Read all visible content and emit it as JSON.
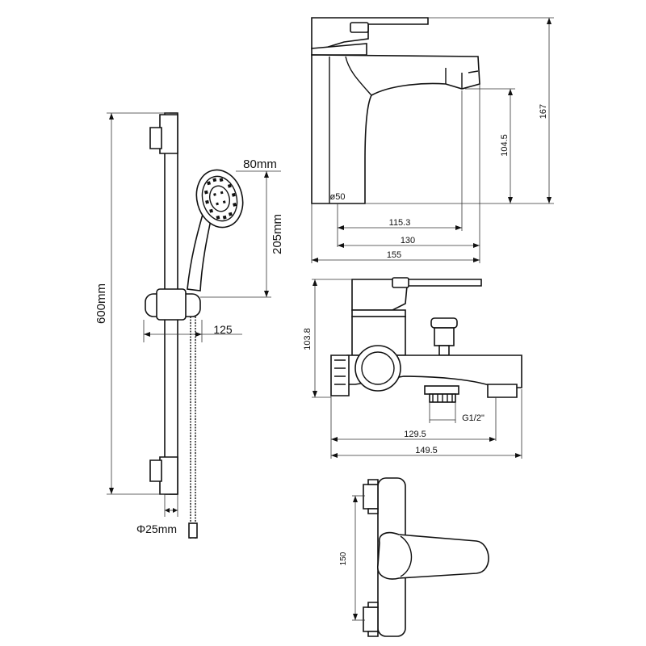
{
  "shower_set": {
    "height_label": "600mm",
    "head_diameter_label": "80mm",
    "head_height_label": "205mm",
    "offset_label": "125",
    "rail_diameter_label": "Φ25mm"
  },
  "basin_mixer": {
    "base_diameter_label": "ø50",
    "total_height_label": "167",
    "spout_height_label": "104.5",
    "spout_reach_label": "115.3",
    "reach_130_label": "130",
    "width_label": "155"
  },
  "bath_mixer": {
    "height_label": "103.8",
    "thread_label": "G1/2\"",
    "reach_129_label": "129.5",
    "width_label": "149.5"
  },
  "bath_mixer_top": {
    "center_distance_label": "150"
  }
}
